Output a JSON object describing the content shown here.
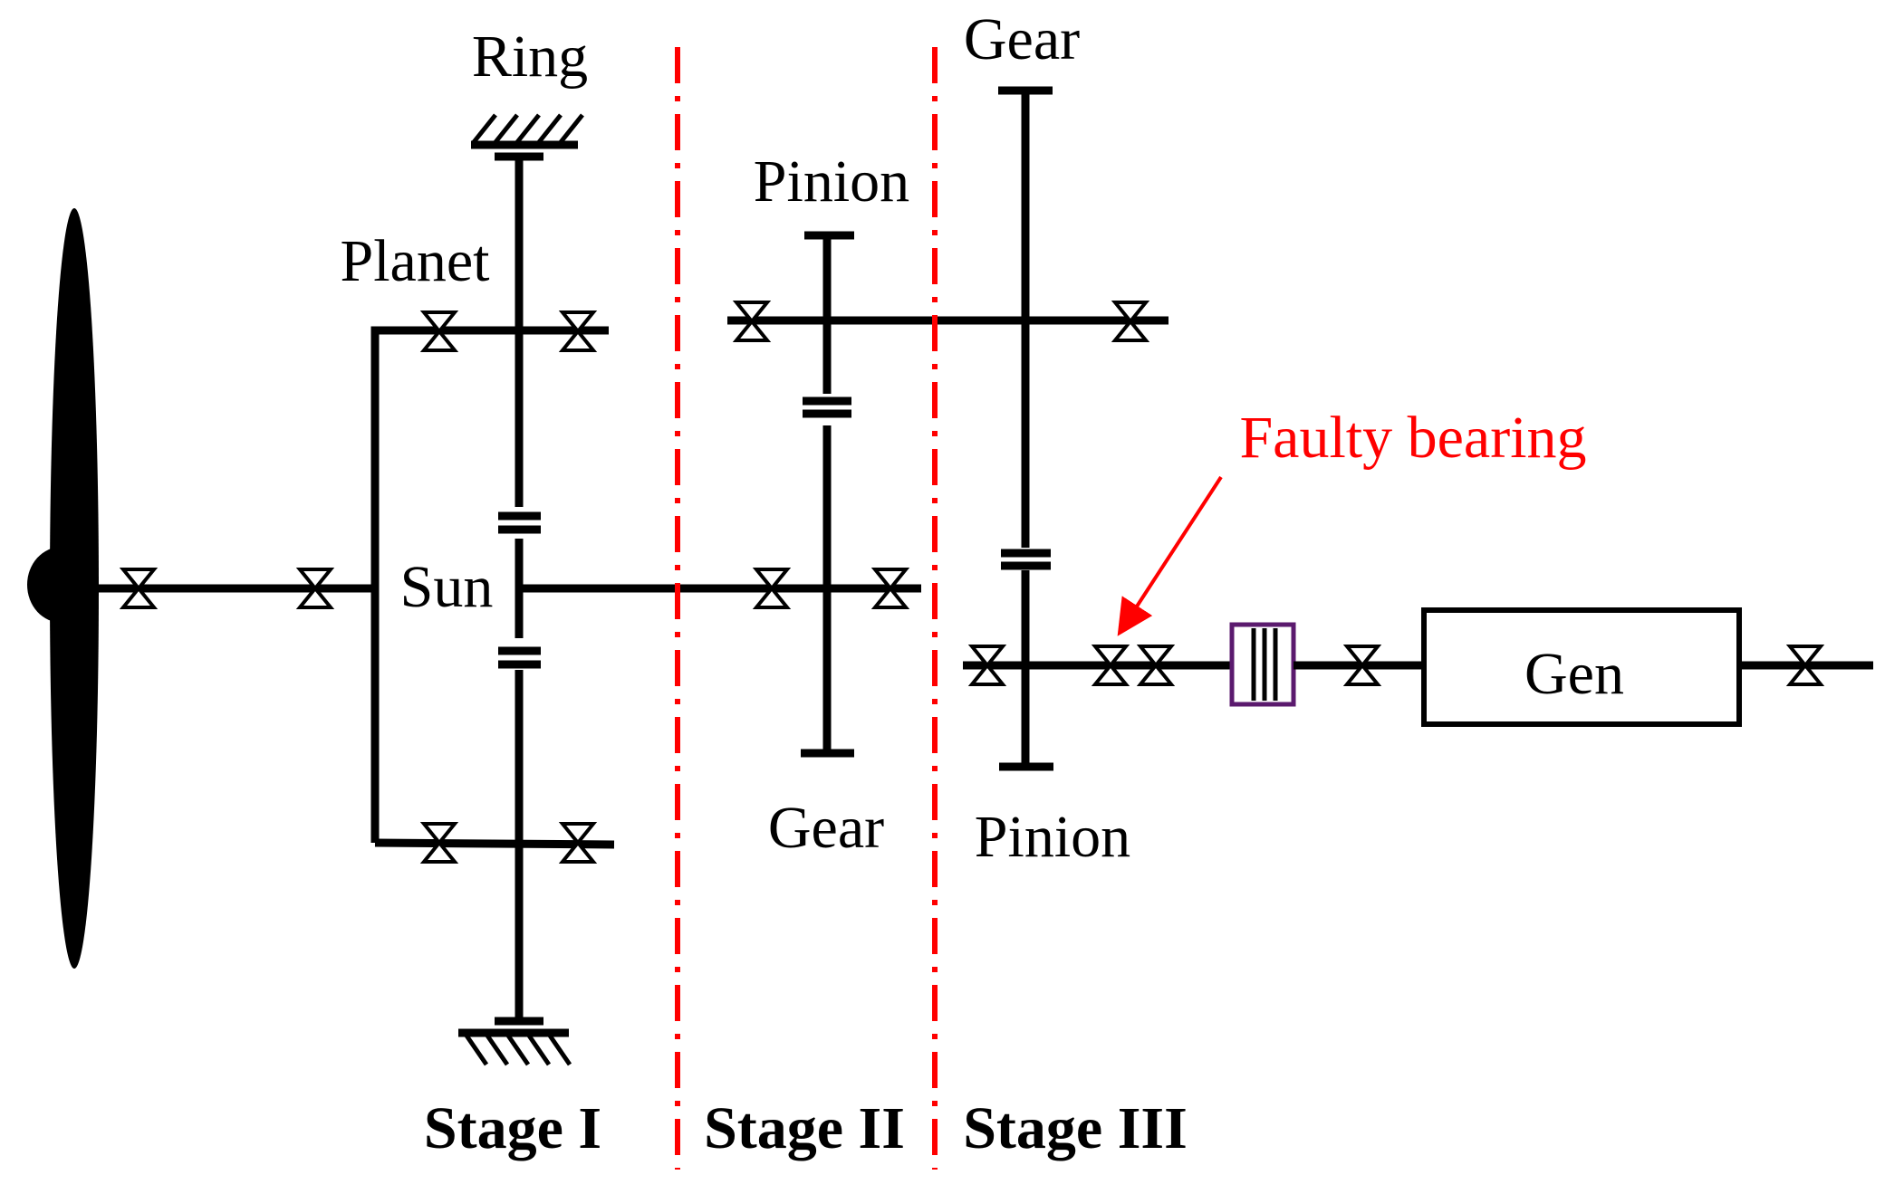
{
  "diagram": {
    "labels": {
      "ring": "Ring",
      "planet": "Planet",
      "sun": "Sun",
      "pinion_stage2": "Pinion",
      "gear_stage2": "Gear",
      "gear_stage3": "Gear",
      "pinion_stage3": "Pinion",
      "generator": "Gen",
      "faulty_bearing": "Faulty bearing"
    },
    "stages": [
      "Stage I",
      "Stage II",
      "Stage III"
    ],
    "colors": {
      "lines": "#000000",
      "stage_divider": "#ff0000",
      "fault_annotation": "#ff0000",
      "coupling": "#5b1a6e"
    }
  }
}
